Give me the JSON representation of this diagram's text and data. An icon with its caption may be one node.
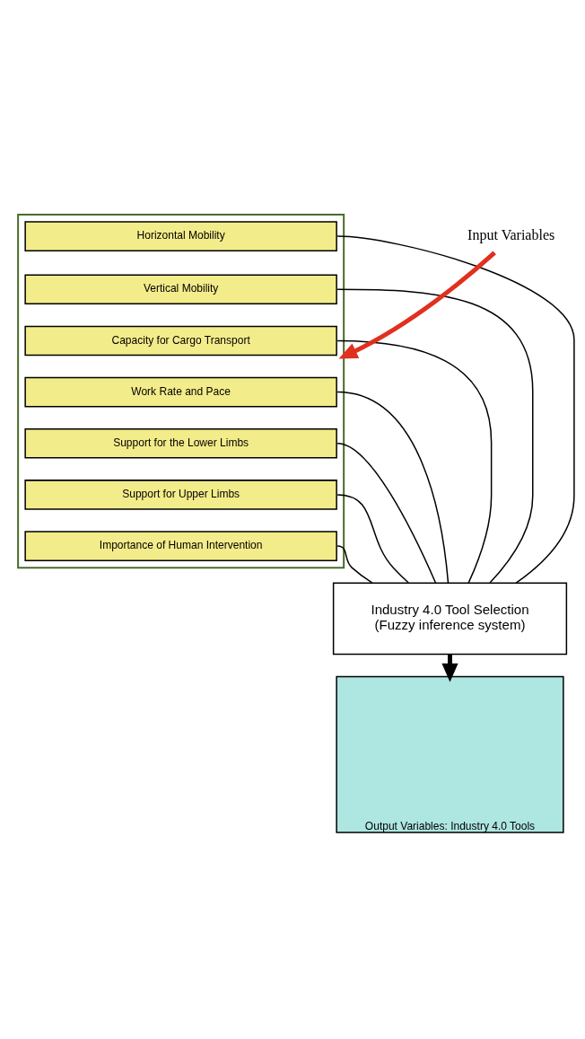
{
  "diagram": {
    "nodes": [
      {
        "text": [],
        "shape": "box"
      },
      {
        "text": [
          "Horizontal Mobility"
        ],
        "in": 0
      },
      {
        "text": [
          "Vertical Mobility"
        ],
        "in": 0
      },
      {
        "text": [
          "Capacity for Cargo Transport"
        ],
        "in": 0
      },
      {
        "text": [
          "Work Rate and Pace"
        ],
        "in": 0
      },
      {
        "text": [
          "Support for the Lower Limbs"
        ],
        "in": 0
      },
      {
        "text": [
          "Support for Upper Limbs"
        ],
        "in": 0
      },
      {
        "text": [
          "Importance of Human Intervention"
        ],
        "in": 0
      },
      {
        "text": [
          "Input Variables"
        ]
      },
      {
        "text": [
          "Industry 4.0 Tool Selection",
          "(Fuzzy inference system)"
        ]
      },
      {
        "text": [
          "Output Variables: Industry 4.0 Tools"
        ]
      }
    ],
    "edges": [
      {
        "from": 8,
        "to": 0,
        "arrow": "to",
        "style": "thick",
        "color": "#e0301e"
      },
      {
        "from": 1,
        "to": 9,
        "arrow": "none"
      },
      {
        "from": 2,
        "to": 9,
        "arrow": "none"
      },
      {
        "from": 3,
        "to": 9,
        "arrow": "none"
      },
      {
        "from": 4,
        "to": 9,
        "arrow": "none"
      },
      {
        "from": 5,
        "to": 9,
        "arrow": "none"
      },
      {
        "from": 6,
        "to": 9,
        "arrow": "none"
      },
      {
        "from": 7,
        "to": 9,
        "arrow": "none"
      },
      {
        "from": 9,
        "to": 10,
        "arrow": "to",
        "style": "thick"
      }
    ]
  }
}
